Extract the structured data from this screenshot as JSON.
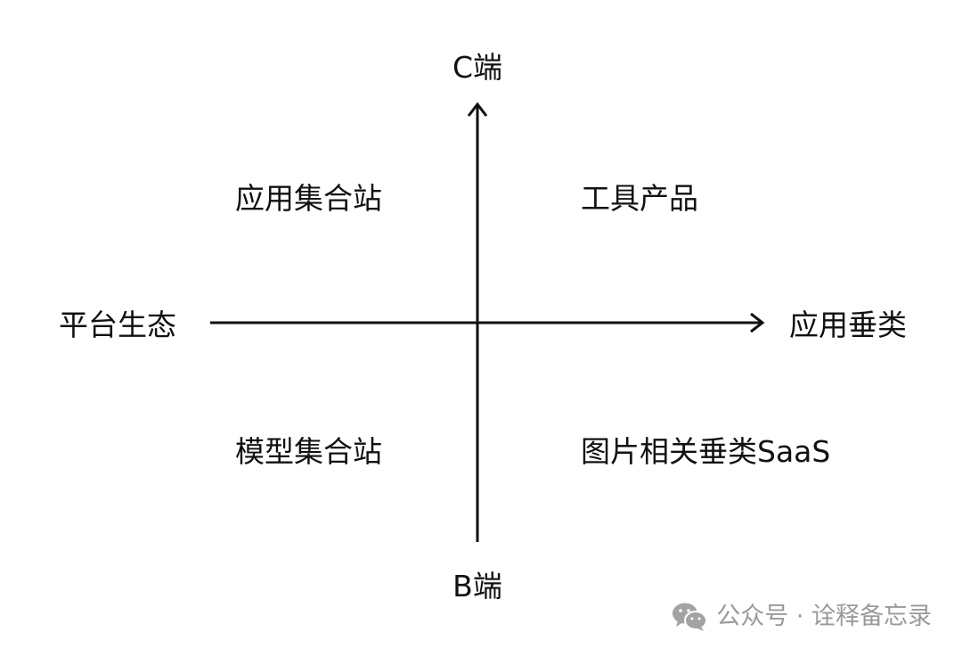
{
  "diagram": {
    "axes": {
      "top": "C端",
      "bottom": "B端",
      "left": "平台生态",
      "right": "应用垂类"
    },
    "quadrants": {
      "top_left": "应用集合站",
      "top_right": "工具产品",
      "bottom_left": "模型集合站",
      "bottom_right": "图片相关垂类SaaS"
    }
  },
  "watermark": {
    "icon": "wechat-icon",
    "text": "公众号 · 诠释备忘录"
  },
  "colors": {
    "axis": "#111111",
    "text": "#111111",
    "watermark": "#9a9a9a"
  }
}
